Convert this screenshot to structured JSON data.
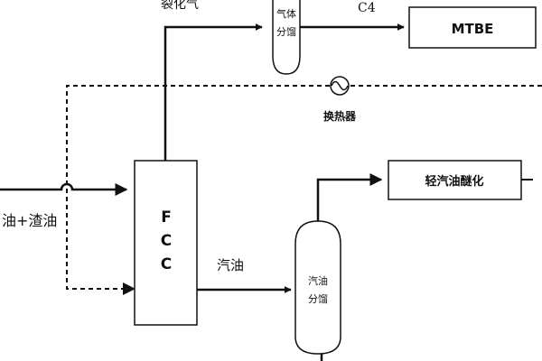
{
  "diagram": {
    "labels": {
      "cracked_gas": "裂化气",
      "c4": "C4",
      "heat_exchanger": "换热器",
      "feed": "油+渣油",
      "gasoline": "汽油"
    },
    "units": {
      "fcc": [
        "F",
        "C",
        "C"
      ],
      "gas_fractionation": [
        "气体",
        "分馏"
      ],
      "gasoline_fractionation": [
        "汽油",
        "分馏"
      ],
      "mtbe": "MTBE",
      "light_gasoline_etherification": "轻汽油醚化"
    },
    "colors": {
      "line": "#111111",
      "background": "#ffffff"
    }
  }
}
